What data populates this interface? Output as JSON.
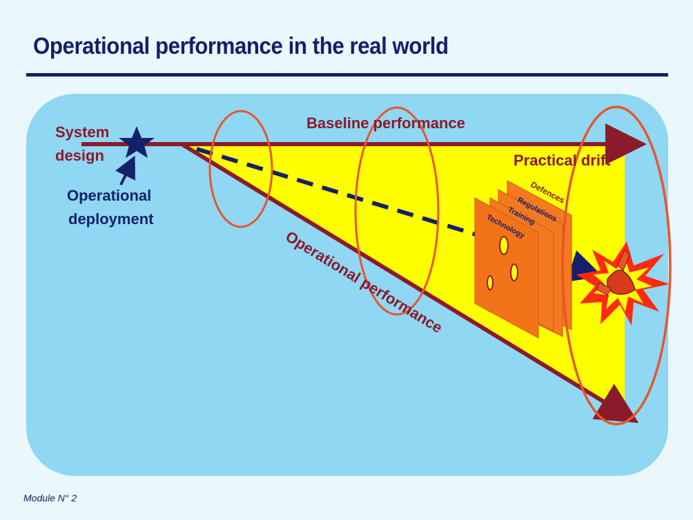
{
  "title": "Operational performance in the real world",
  "footer": "Module N° 2",
  "labels": {
    "system_design_line1": "System",
    "system_design_line2": "design",
    "operational_deployment_line1": "Operational",
    "operational_deployment_line2": "deployment",
    "baseline_performance": "Baseline performance",
    "practical_drift": "Practical drift",
    "operational_performance": "Operational performance"
  },
  "defence_layers": [
    "Defences",
    "Regulations",
    "Training",
    "Technology"
  ],
  "colors": {
    "title": "#14206a",
    "panel": "#8fd7f2",
    "drift_zone": "#ffff00",
    "arrow": "#8b1a2b",
    "ellipse": "#e8552a",
    "layer": "#f47a1f",
    "star": "#14206a"
  }
}
